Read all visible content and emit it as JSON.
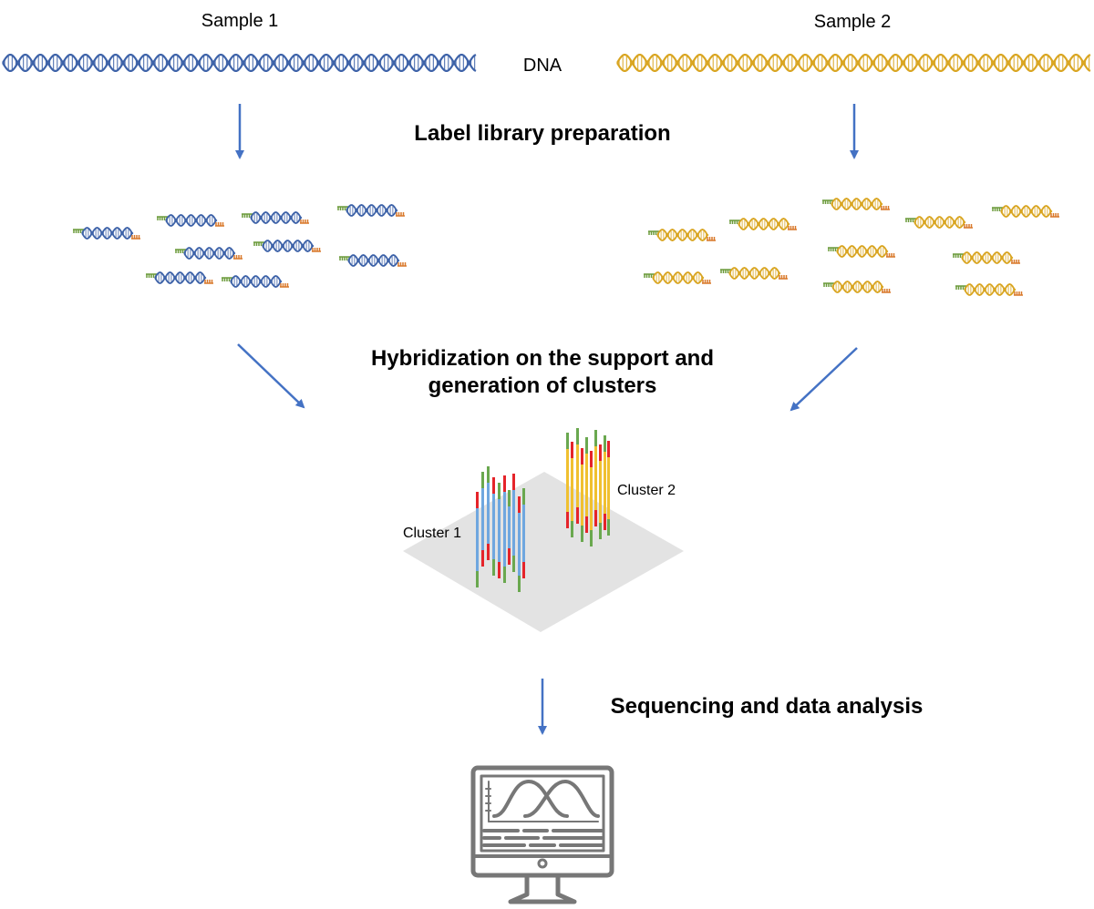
{
  "labels": {
    "sample1": "Sample 1",
    "sample2": "Sample 2",
    "dna": "DNA",
    "step1": "Label library preparation",
    "step2_line1": "Hybridization on the support and",
    "step2_line2": "generation of clusters",
    "cluster1": "Cluster 1",
    "cluster2": "Cluster 2",
    "step3": "Sequencing and data analysis"
  },
  "icons": {
    "computer": "monitor-with-chart-icon"
  },
  "colors": {
    "sample1_dna": "#3d62a8",
    "sample2_dna": "#d9a521",
    "adapter": "#6b9a3a",
    "barcode": "#d9782a",
    "arrow": "#4472c4",
    "cluster1_strand": "#6fa7df",
    "cluster2_strand": "#f0c030",
    "strand_end_red": "#e5242a",
    "strand_end_green": "#6aa84f",
    "support_plate": "#e3e3e3",
    "computer_gray": "#777777"
  }
}
